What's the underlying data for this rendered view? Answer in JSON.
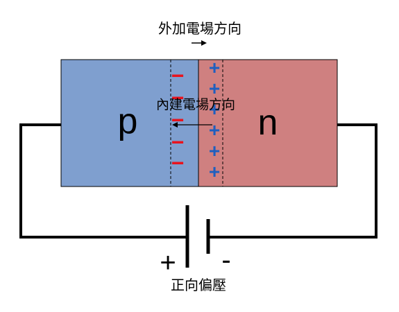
{
  "external_field_label": "外加電場方向",
  "internal_field_label": "內建電場方向",
  "bias_label": "正向偏壓",
  "p_label": "p",
  "n_label": "n",
  "battery_plus": "+",
  "battery_minus": "-",
  "charge_minus": "−",
  "charge_plus": "+",
  "colors": {
    "p_region": "#7f9fcf",
    "n_region": "#cf8080",
    "minus_charge": "#e8141e",
    "plus_charge": "#1f5fbf",
    "wire": "#000000"
  }
}
